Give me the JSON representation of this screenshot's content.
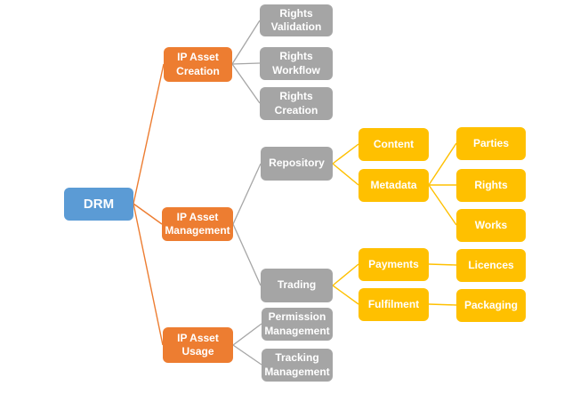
{
  "diagram": {
    "type": "horizontal-hierarchy",
    "colors": {
      "root_blue": "#5B9BD5",
      "level1_orange": "#ED7D31",
      "level2_gray": "#A5A5A5",
      "level3_gold": "#FFC000",
      "connector_orange": "#ED7D31",
      "connector_gray": "#A6A6A6",
      "connector_gold": "#FFC000",
      "label_text": "#FFFFFF",
      "background": "#FFFFFF"
    },
    "nodes": {
      "drm": {
        "label": "DRM"
      },
      "ip_asset_creation": {
        "label": "IP Asset Creation"
      },
      "ip_asset_management": {
        "label": "IP Asset Management"
      },
      "ip_asset_usage": {
        "label": "IP Asset Usage"
      },
      "rights_validation": {
        "label": "Rights Validation"
      },
      "rights_workflow": {
        "label": "Rights Workflow"
      },
      "rights_creation": {
        "label": "Rights Creation"
      },
      "repository": {
        "label": "Repository"
      },
      "trading": {
        "label": "Trading"
      },
      "permission_management": {
        "label": "Permission Management"
      },
      "tracking_management": {
        "label": "Tracking Management"
      },
      "content": {
        "label": "Content"
      },
      "metadata": {
        "label": "Metadata"
      },
      "payments": {
        "label": "Payments"
      },
      "fulfilment": {
        "label": "Fulfilment"
      },
      "parties": {
        "label": "Parties"
      },
      "rights": {
        "label": "Rights"
      },
      "works": {
        "label": "Works"
      },
      "licences": {
        "label": "Licences"
      },
      "packaging": {
        "label": "Packaging"
      }
    },
    "hierarchy": {
      "DRM": {
        "IP Asset Creation": [
          "Rights Validation",
          "Rights Workflow",
          "Rights Creation"
        ],
        "IP Asset Management": {
          "Repository": {
            "Content": [],
            "Metadata": [
              "Parties",
              "Rights",
              "Works"
            ]
          },
          "Trading": {
            "Payments": [
              "Licences"
            ],
            "Fulfilment": [
              "Packaging"
            ]
          }
        },
        "IP Asset Usage": [
          "Permission Management",
          "Tracking Management"
        ]
      }
    }
  }
}
